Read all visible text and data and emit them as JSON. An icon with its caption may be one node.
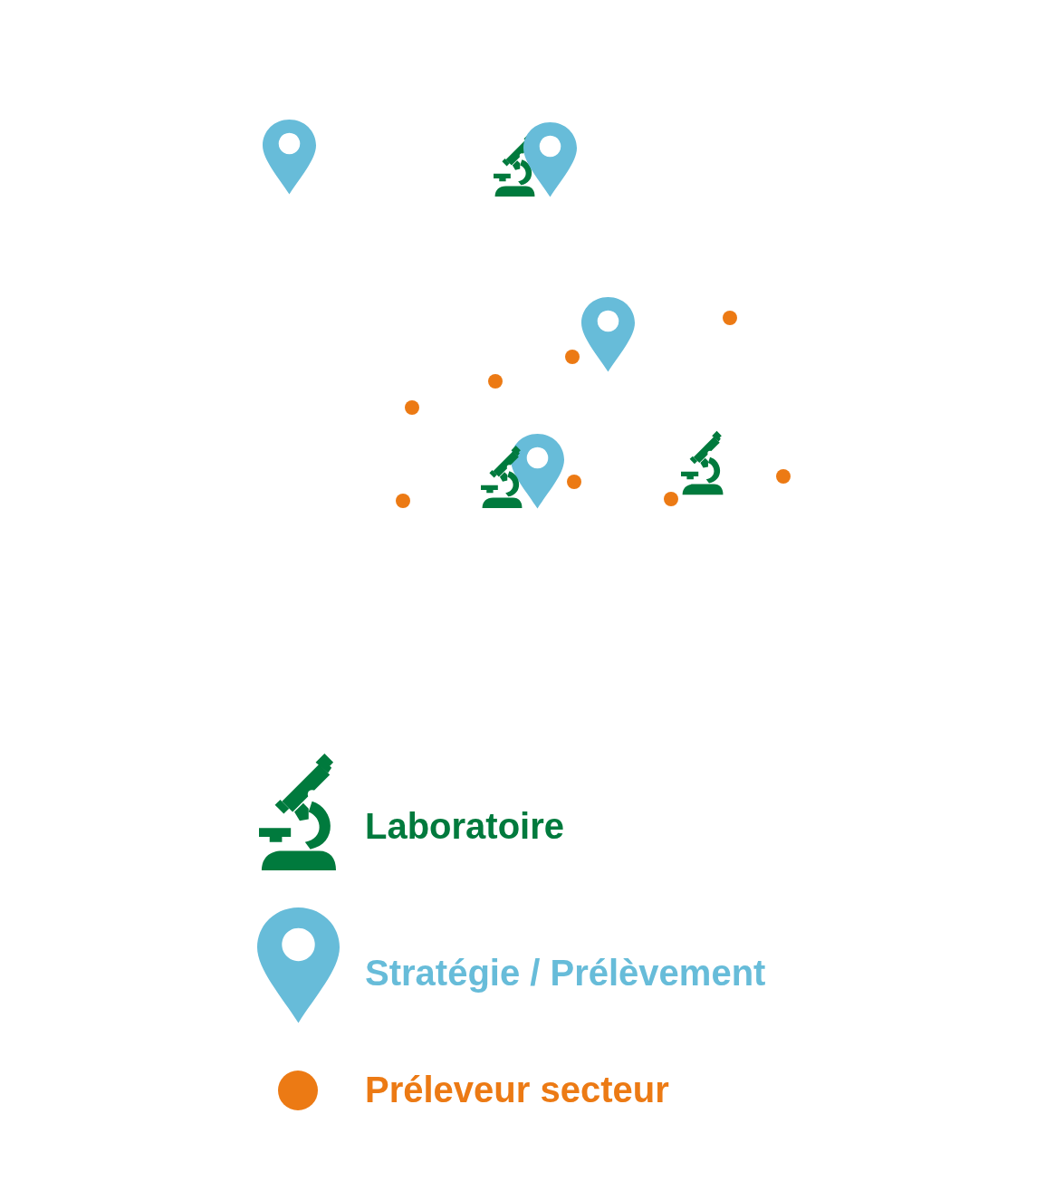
{
  "diagram": {
    "legend": [
      {
        "text": "Laboratoire"
      },
      {
        "text": "Stratégie / Prélèvement"
      },
      {
        "text": "Préleveur secteur",
        "color": "#ec7a14"
      }
    ]
  }
}
